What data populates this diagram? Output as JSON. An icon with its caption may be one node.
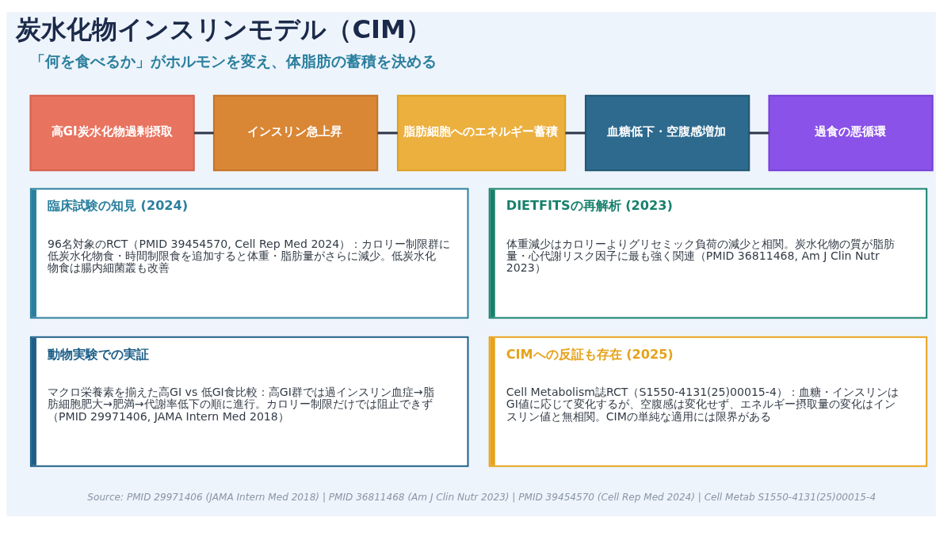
{
  "diagram": {
    "title": "炭水化物インスリンモデル（CIM）",
    "caption": "Source: PMID 29971406 (JAMA Intern Med 2018) | PMID 36811468 (Am J Clin Nutr 2023) | PMID 39454570 (Cell Rep Med 2024) | Cell Metab S1550-4131(25)00015-4",
    "nodes": [
      {
        "text": [
          "高GI炭水化物過剰摂取"
        ]
      },
      {
        "text": [
          "インスリン急上昇"
        ]
      },
      {
        "text": [
          "脂肪細胞へのエネルギー蓄積"
        ]
      },
      {
        "text": [
          "血糖低下・空腹感増加"
        ]
      },
      {
        "text": [
          "過食の悪循環"
        ]
      },
      {
        "text": [
          "臨床試験の知見 (2024)",
          "96名対象のRCT（PMID 39454570, Cell Rep Med 2024）：カロリー制限群に低炭水化物食・時間制限食を追加すると体重・脂肪量がさらに減少。低炭水化物食は腸内細菌叢も改善"
        ]
      },
      {
        "text": [
          "DIETFITSの再解析 (2023)",
          "体重減少はカロリーよりグリセミック負荷の減少と相関。炭水化物の質が脂肪量・心代謝リスク因子に最も強く関連（PMID 36811468, Am J Clin Nutr 2023）"
        ]
      },
      {
        "text": [
          "動物実験での実証",
          "マクロ栄養素を揃えた高GI vs 低GI食比較：高GI群では過インスリン血症→脂肪細胞肥大→肥満→代謝率低下の順に進行。カロリー制限だけでは阻止できず（PMID 29971406, JAMA Intern Med 2018）"
        ]
      },
      {
        "text": [
          "CIMへの反証も存在 (2025)",
          "Cell Metabolism誌RCT（S1550-4131(25)00015-4）：血糖・インスリンはGI値に応じて変化するが、空腹感は変化せず、エネルギー摂取量の変化はインスリン値と無相関。CIMの単純な適用には限界がある"
        ]
      }
    ],
    "edges": [
      {
        "from": 0,
        "to": 1,
        "arrow": "none"
      },
      {
        "from": 1,
        "to": 2,
        "arrow": "none"
      },
      {
        "from": 2,
        "to": 3,
        "arrow": "none"
      },
      {
        "from": 3,
        "to": 4,
        "arrow": "none"
      }
    ],
    "labels": [
      "「何を食べるか」がホルモンを変え、体脂肪の蓄積を決める"
    ]
  }
}
